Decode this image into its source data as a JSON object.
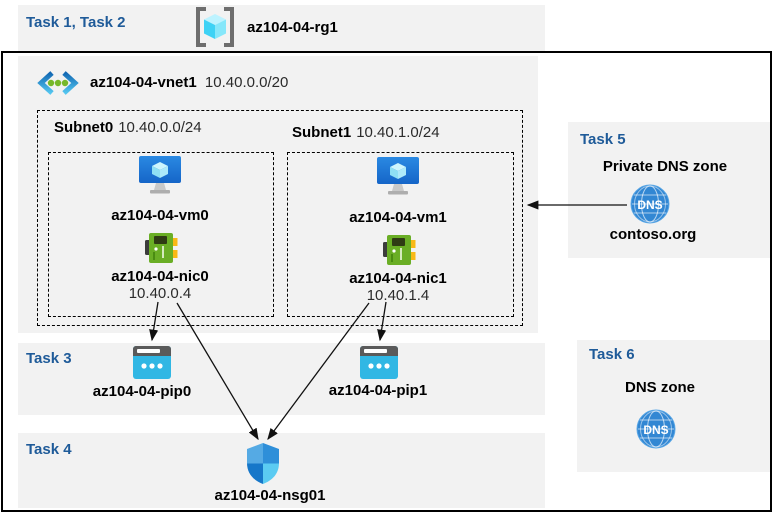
{
  "header": {
    "task_label": "Task 1, Task 2",
    "resource_group": "az104-04-rg1"
  },
  "vnet": {
    "name": "az104-04-vnet1",
    "cidr": "10.40.0.0/20",
    "subnets": [
      {
        "name": "Subnet0",
        "cidr": "10.40.0.0/24",
        "vm": "az104-04-vm0",
        "nic": "az104-04-nic0",
        "ip": "10.40.0.4"
      },
      {
        "name": "Subnet1",
        "cidr": "10.40.1.0/24",
        "vm": "az104-04-vm1",
        "nic": "az104-04-nic1",
        "ip": "10.40.1.4"
      }
    ]
  },
  "task3": {
    "label": "Task 3",
    "pips": [
      "az104-04-pip0",
      "az104-04-pip1"
    ]
  },
  "task4": {
    "label": "Task 4",
    "nsg": "az104-04-nsg01"
  },
  "task5": {
    "label": "Task 5",
    "title": "Private DNS zone",
    "zone": "contoso.org",
    "icon_text": "DNS"
  },
  "task6": {
    "label": "Task 6",
    "title": "DNS zone",
    "icon_text": "DNS"
  },
  "colors": {
    "task_blue": "#1f5b99",
    "band_gray": "#f2f2f2",
    "public_ip_cyan": "#31b7e4",
    "nic_green": "#6aae25",
    "vm_blue": "#1e78d7",
    "dns_blue": "#3287d3",
    "nsg_blue": "#2e8fd9"
  }
}
